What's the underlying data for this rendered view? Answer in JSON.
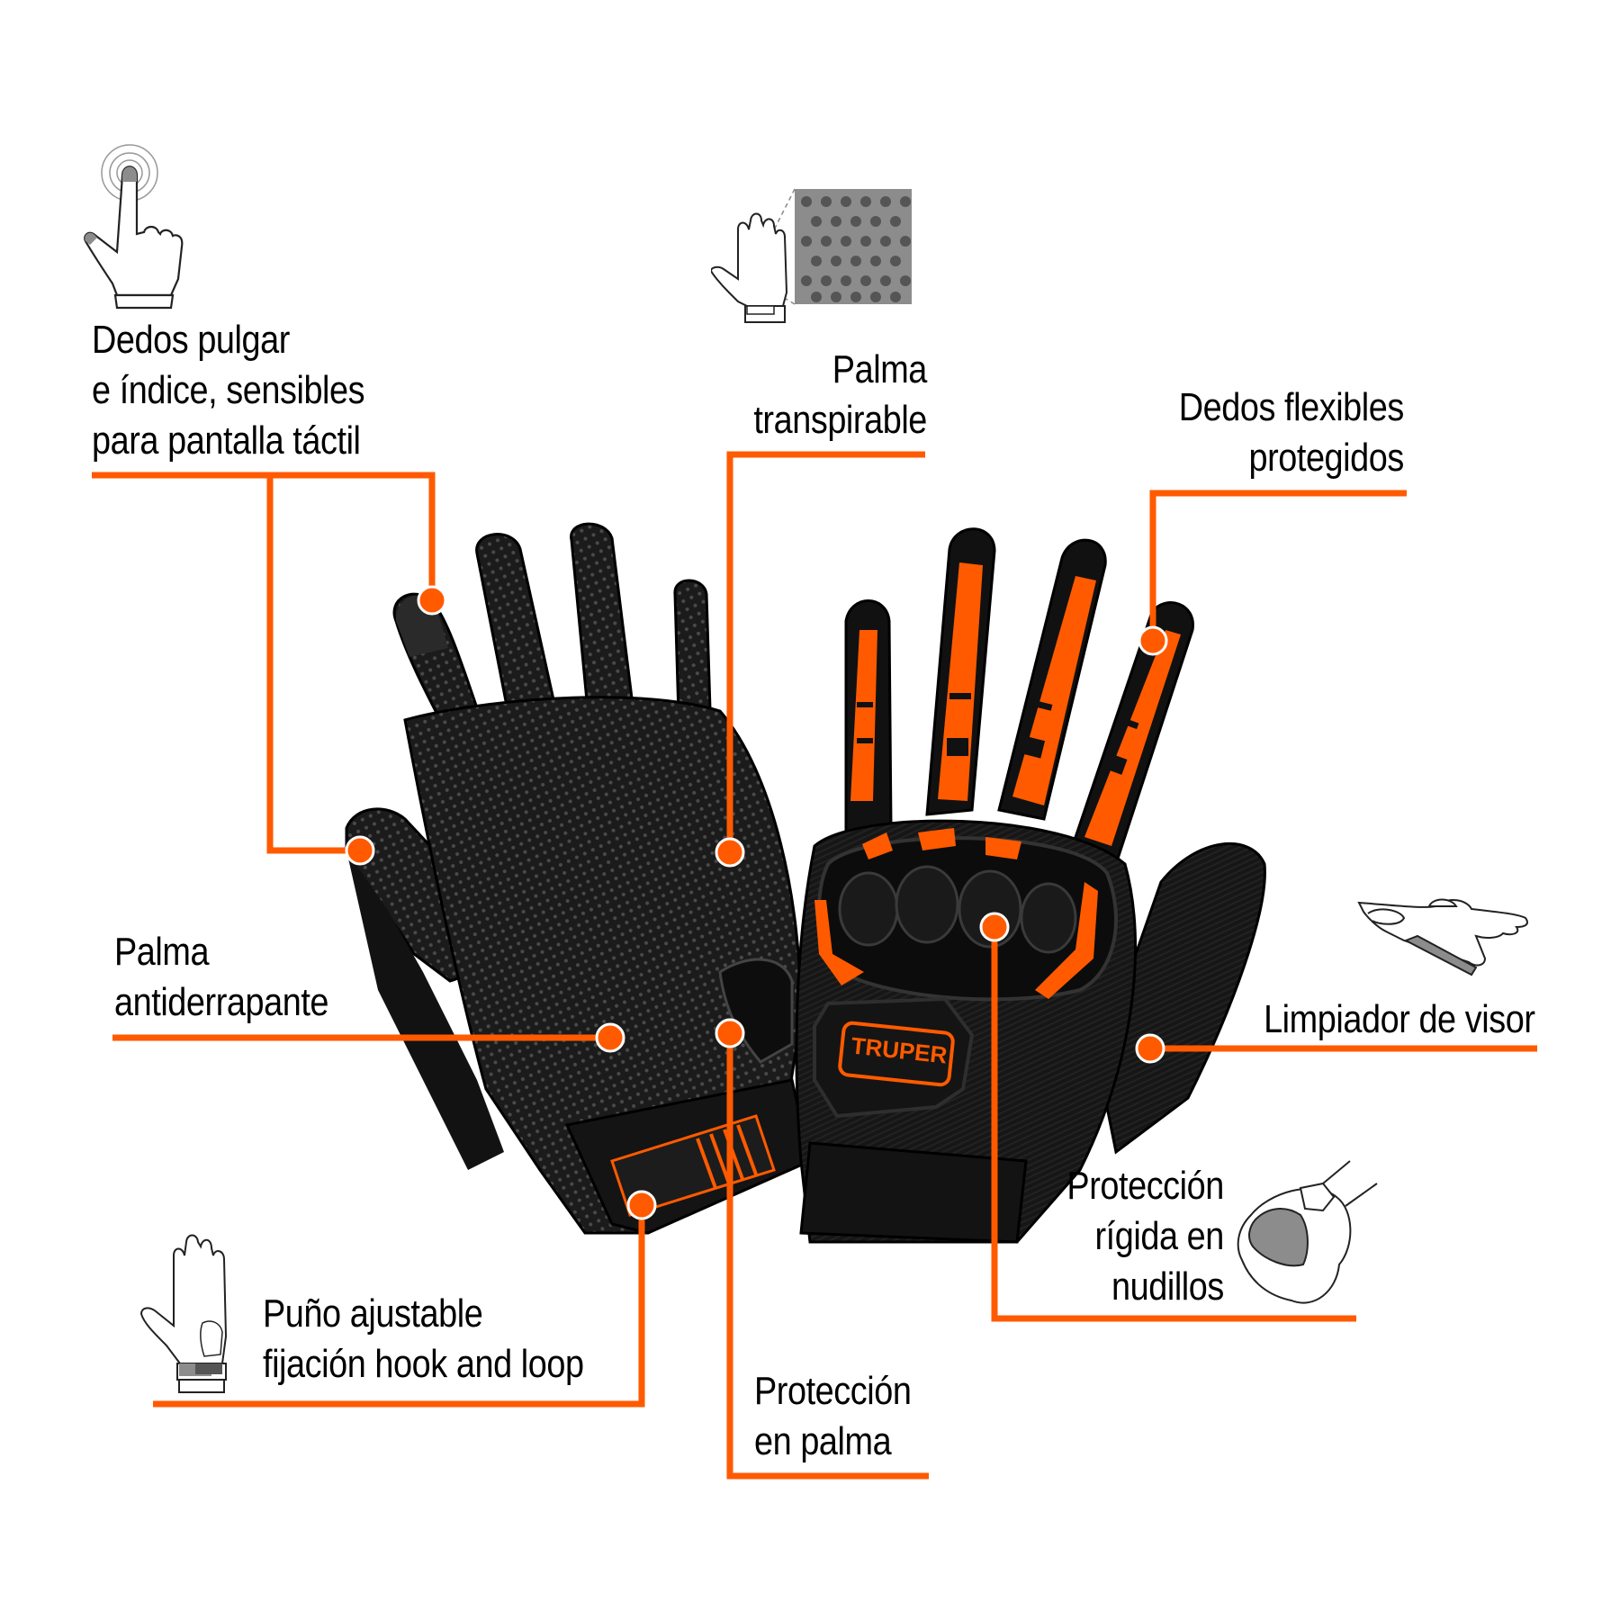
{
  "colors": {
    "accent": "#FF5A00",
    "glove_black": "#111111",
    "glove_dark": "#1e1e1e",
    "icon_gray": "#8c8c8c",
    "dot_gray": "#555555",
    "text": "#000000"
  },
  "brand": {
    "logo_text": "TRUPER"
  },
  "features": [
    {
      "id": "touchscreen",
      "lines": [
        "Dedos pulgar",
        "e índice, sensibles",
        "para pantalla táctil"
      ],
      "icon": "touch-hand-icon"
    },
    {
      "id": "breathable-palm",
      "lines": [
        "Palma",
        "transpirable"
      ],
      "icon": "perforated-palm-icon"
    },
    {
      "id": "flexible-fingers",
      "lines": [
        "Dedos flexibles",
        "protegidos"
      ]
    },
    {
      "id": "non-slip-palm",
      "lines": [
        "Palma",
        "antiderrapante"
      ]
    },
    {
      "id": "visor-wiper",
      "lines": [
        "Limpiador de visor"
      ],
      "icon": "visor-wiper-hand-icon"
    },
    {
      "id": "knuckle-protection",
      "lines": [
        "Protección",
        "rígida en",
        "nudillos"
      ],
      "icon": "fist-knuckle-icon"
    },
    {
      "id": "adjustable-cuff",
      "lines": [
        "Puño ajustable",
        "fijación hook and loop"
      ],
      "icon": "cuff-hand-icon"
    },
    {
      "id": "palm-protection",
      "lines": [
        "Protección",
        "en palma"
      ]
    }
  ]
}
